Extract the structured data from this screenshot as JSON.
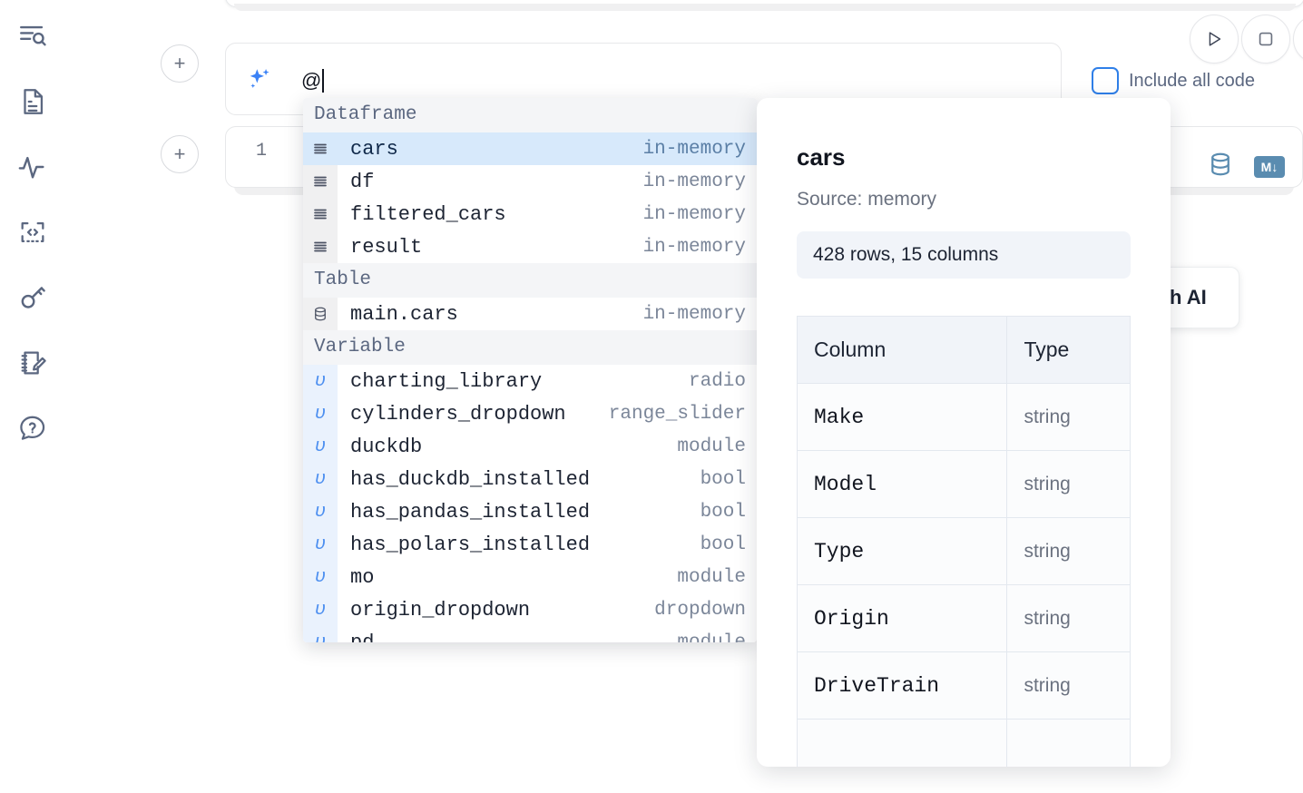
{
  "sidebar": {
    "items": [
      {
        "name": "outline-search-icon",
        "label": "Outline / Search"
      },
      {
        "name": "file-icon",
        "label": "Notebook file"
      },
      {
        "name": "activity-icon",
        "label": "Activity"
      },
      {
        "name": "code-brackets-icon",
        "label": "Snippets"
      },
      {
        "name": "key-icon",
        "label": "Secrets"
      },
      {
        "name": "scratchpad-icon",
        "label": "Scratchpad"
      },
      {
        "name": "help-chat-icon",
        "label": "Help"
      }
    ]
  },
  "toolbar": {
    "run_label": "Run",
    "stop_label": "Stop",
    "include_all_code_label": "Include all code",
    "include_all_code_checked": false
  },
  "ai_prompt": {
    "value": "@",
    "icon": "sparkle-icon",
    "accent_color": "#3b82f6"
  },
  "code_cell": {
    "line_number": "1",
    "icons": [
      "database-icon",
      "markdown-icon"
    ],
    "markdown_badge": "M↓"
  },
  "ai_chip": {
    "label": "h AI"
  },
  "add_buttons": {
    "label": "+"
  },
  "autocomplete": {
    "groups": [
      {
        "name": "Dataframe",
        "section": "dataframe",
        "icon": "dataframe-icon",
        "items": [
          {
            "name": "cars",
            "type": "in-memory",
            "selected": true
          },
          {
            "name": "df",
            "type": "in-memory",
            "selected": false
          },
          {
            "name": "filtered_cars",
            "type": "in-memory",
            "selected": false
          },
          {
            "name": "result",
            "type": "in-memory",
            "selected": false
          }
        ]
      },
      {
        "name": "Table",
        "section": "dataframe",
        "icon": "database-icon",
        "items": [
          {
            "name": "main.cars",
            "type": "in-memory",
            "selected": false
          }
        ]
      },
      {
        "name": "Variable",
        "section": "variable",
        "icon": "variable-icon",
        "items": [
          {
            "name": "charting_library",
            "type": "radio",
            "selected": false
          },
          {
            "name": "cylinders_dropdown",
            "type": "range_slider",
            "selected": false
          },
          {
            "name": "duckdb",
            "type": "module",
            "selected": false
          },
          {
            "name": "has_duckdb_installed",
            "type": "bool",
            "selected": false
          },
          {
            "name": "has_pandas_installed",
            "type": "bool",
            "selected": false
          },
          {
            "name": "has_polars_installed",
            "type": "bool",
            "selected": false
          },
          {
            "name": "mo",
            "type": "module",
            "selected": false
          },
          {
            "name": "origin_dropdown",
            "type": "dropdown",
            "selected": false
          },
          {
            "name": "pd",
            "type": "module",
            "selected": false
          }
        ]
      }
    ]
  },
  "info_panel": {
    "title": "cars",
    "source": "Source: memory",
    "shape": "428 rows, 15 columns",
    "table": {
      "headers": [
        "Column",
        "Type"
      ],
      "rows": [
        [
          "Make",
          "string"
        ],
        [
          "Model",
          "string"
        ],
        [
          "Type",
          "string"
        ],
        [
          "Origin",
          "string"
        ],
        [
          "DriveTrain",
          "string"
        ],
        [
          "",
          ""
        ]
      ]
    }
  }
}
